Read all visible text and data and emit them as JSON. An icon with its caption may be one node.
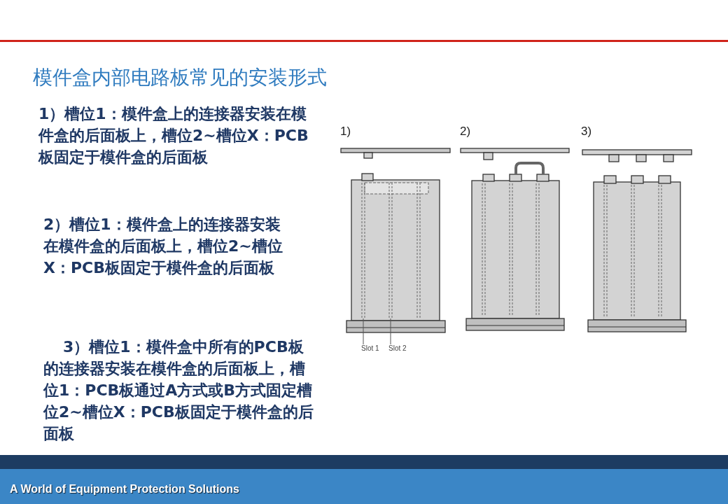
{
  "diagram": {
    "title": "模件盒内部电路板常见的安装形式",
    "nodes": [
      {
        "text": [
          "Slot 1"
        ]
      },
      {
        "text": [
          "Slot 2"
        ]
      },
      {
        "text": [],
        "shape": "bar"
      },
      {
        "text": [],
        "shape": "bar"
      }
    ],
    "edges": [
      {
        "from": 0,
        "to": 2,
        "arrow": "none"
      },
      {
        "from": 1,
        "to": 3,
        "arrow": "none"
      }
    ],
    "labels": [
      "1）槽位1：模件盒上的连接器安装在模件盒的后面板上，槽位2~槽位X：PCB板固定于模件盒的后面板",
      "2）槽位1：模件盒上的连接器安装在模件盒的后面板上，槽位2~槽位X：PCB板固定于模件盒的后面板",
      "3）槽位1：模件盒中所有的PCB板的连接器安装在模件盒的后面板上，槽位1：PCB板通过A方式或B方式固定槽位2~槽位X：PCB板固定于模件盒的后面板",
      "1)",
      "2)",
      "3)",
      "A World of Equipment Protection Solutions"
    ]
  }
}
